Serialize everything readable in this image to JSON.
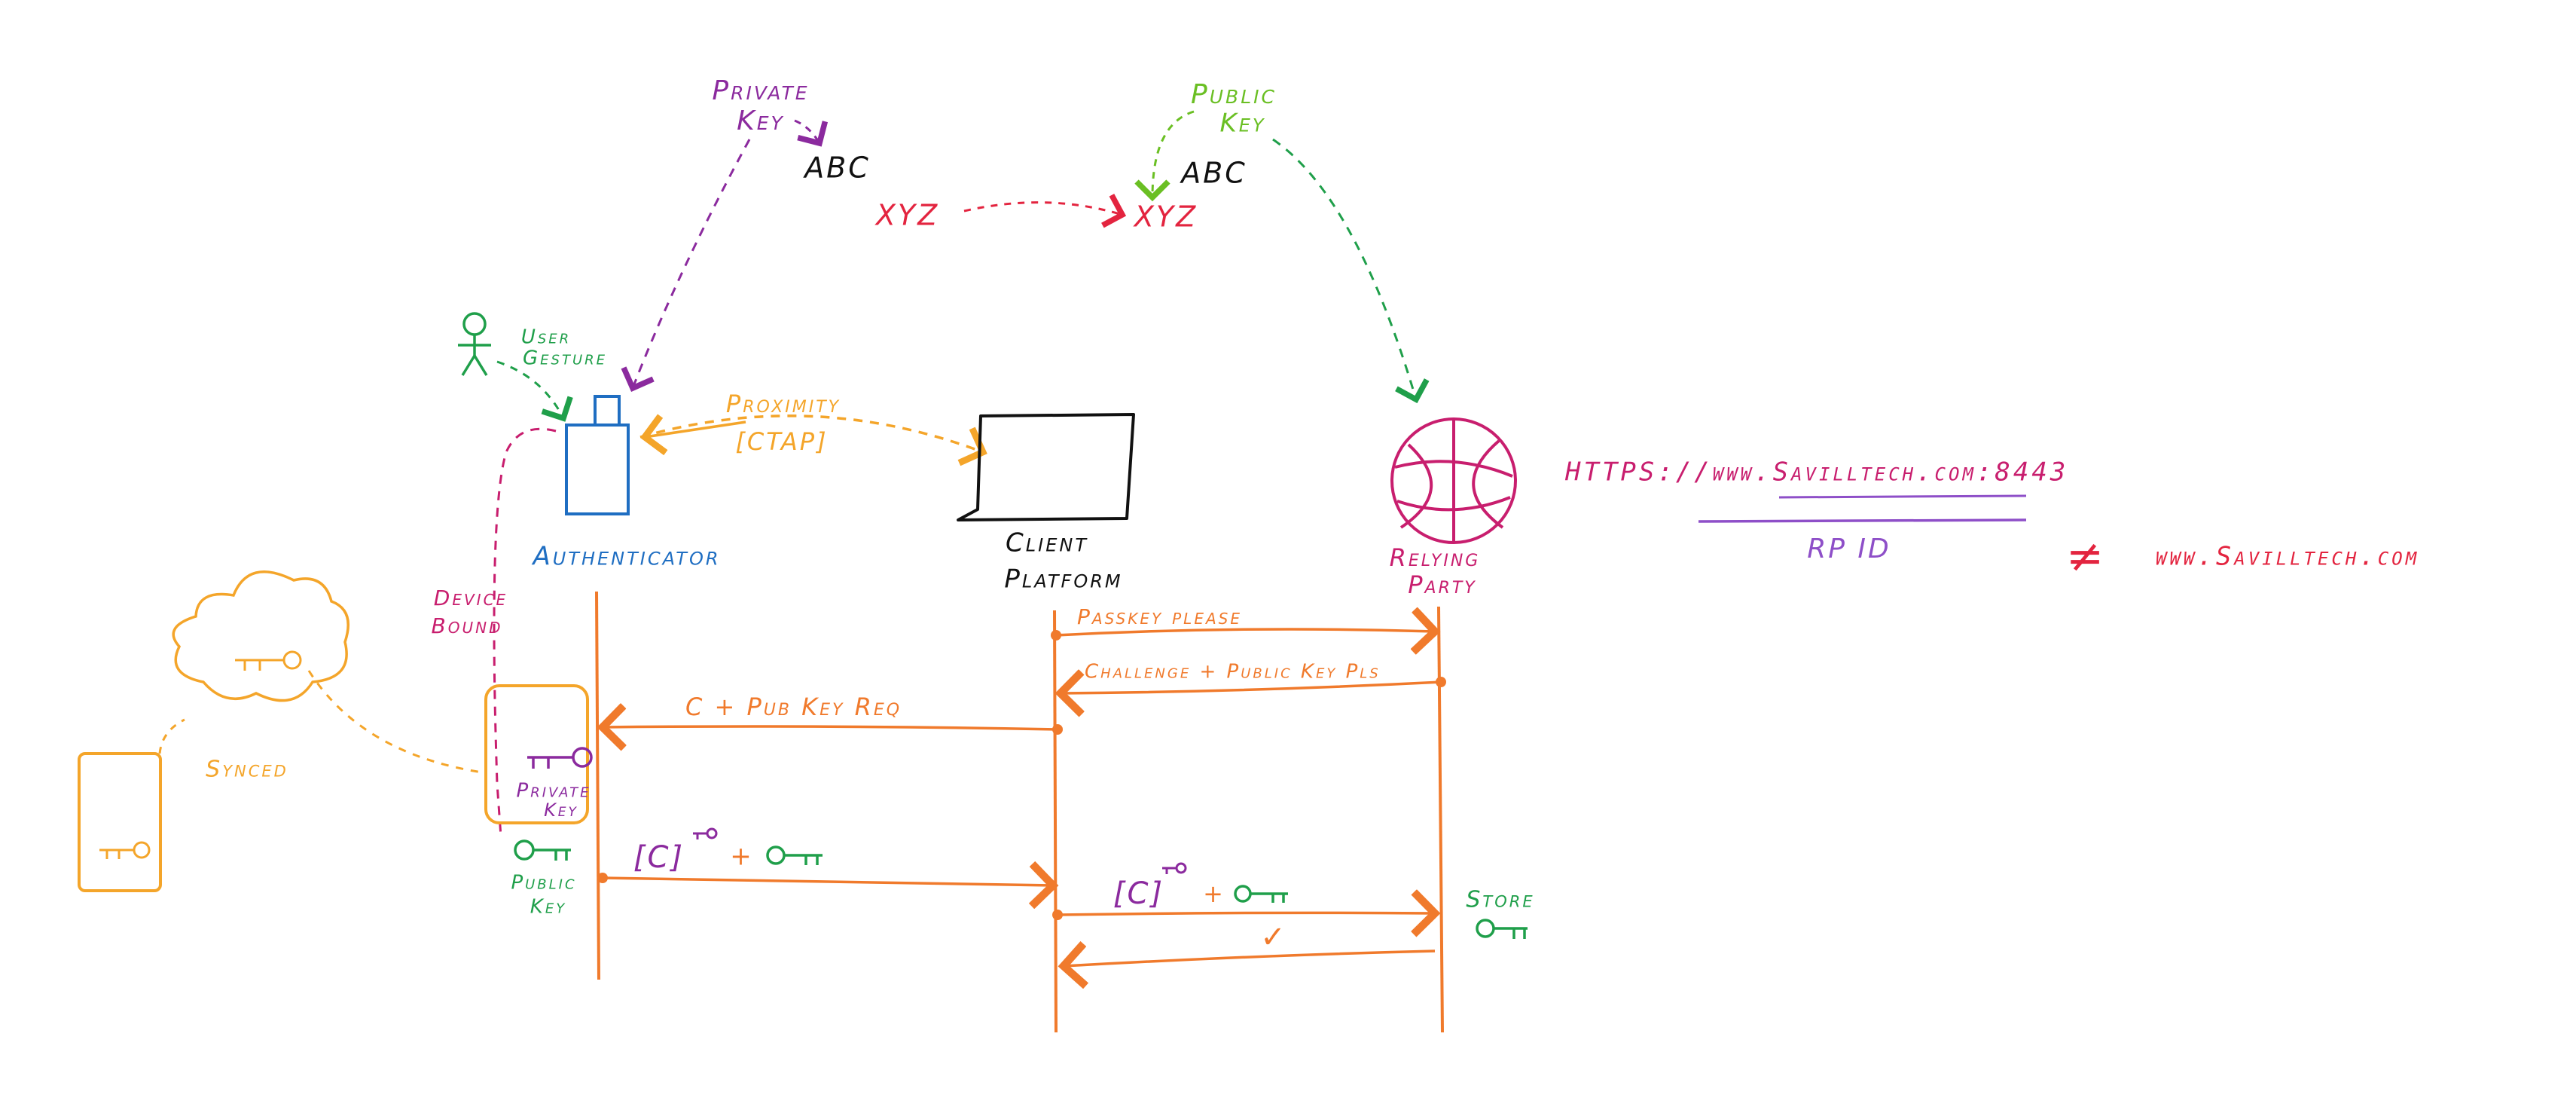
{
  "colors": {
    "purple": "#8b2a9e",
    "lavender": "#8e4fc8",
    "green": "#1f9f4a",
    "lime": "#6abf23",
    "red": "#e3243f",
    "blue": "#1f6ec2",
    "orange": "#f07a2c",
    "amber": "#f4a52a",
    "magenta": "#c81e6e",
    "black": "#111111"
  },
  "icons": {
    "user": "stick-figure-icon",
    "authenticator": "security-key-icon",
    "client": "laptop-screen-icon",
    "relying_party": "globe-icon",
    "cloud": "cloud-icon",
    "device": "phone-device-icon",
    "key": "key-icon"
  },
  "top": {
    "private_key_l1": "Private",
    "private_key_l2": "Key",
    "abc_left": "ABC",
    "xyz_left": "XYZ",
    "xyz_right": "XYZ",
    "public_key_l1": "Public",
    "public_key_l2": "Key",
    "abc_right": "ABC"
  },
  "actors": {
    "user_gesture_l1": "User",
    "user_gesture_l2": "Gesture",
    "authenticator": "Authenticator",
    "proximity_l1": "Proximity",
    "proximity_l2": "[CTAP]",
    "client_l1": "Client",
    "client_l2": "Platform",
    "rp_l1": "Relying",
    "rp_l2": "Party",
    "device_bound_l1": "Device",
    "device_bound_l2": "Bound"
  },
  "rp_info": {
    "url": "HTTPS://www.Savilltech.com:8443",
    "rp_id": "RP ID",
    "not_equal": "≠",
    "other_url": "www.Savilltech.com"
  },
  "sync": {
    "synced": "Synced",
    "private_key_l1": "Private",
    "private_key_l2": "Key",
    "public_key_l1": "Public",
    "public_key_l2": "Key"
  },
  "messages": {
    "passkey_please": "Passkey please",
    "challenge": "Challenge + Public Key Pls",
    "c_pubkey_req": "C  +  Pub Key Req",
    "signed_c": "[C]",
    "plus": "+",
    "signed_c2": "[C]",
    "plus2": "+",
    "check": "✓",
    "store": "Store"
  }
}
